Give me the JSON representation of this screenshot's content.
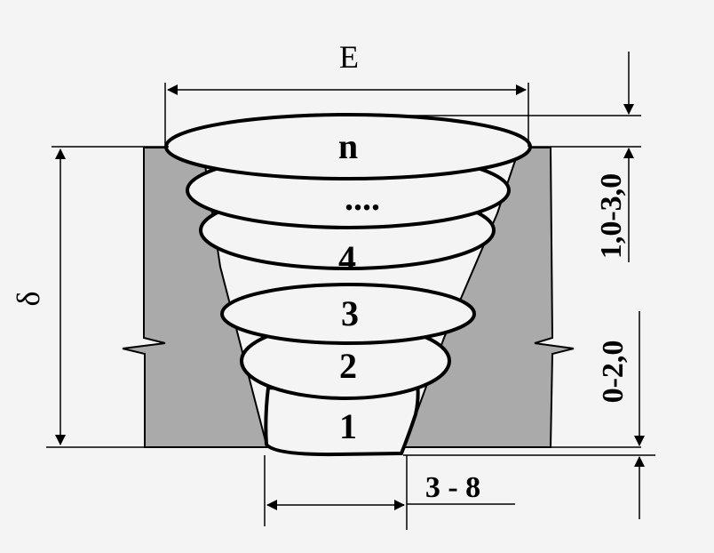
{
  "colors": {
    "background": "#f4f4f4",
    "base_metal": "#aaaaaa",
    "bead_fill": "#f4f4f4",
    "line": "#000000"
  },
  "beads": {
    "bead_1": "1",
    "bead_2": "2",
    "bead_3": "3",
    "bead_4": "4",
    "bead_dots": "....",
    "bead_n": "n"
  },
  "dimensions": {
    "width_E": "E",
    "thickness": "δ",
    "reinforcement": "1,0-3,0",
    "root_face": "0-2,0",
    "root_gap": "3 - 8"
  }
}
